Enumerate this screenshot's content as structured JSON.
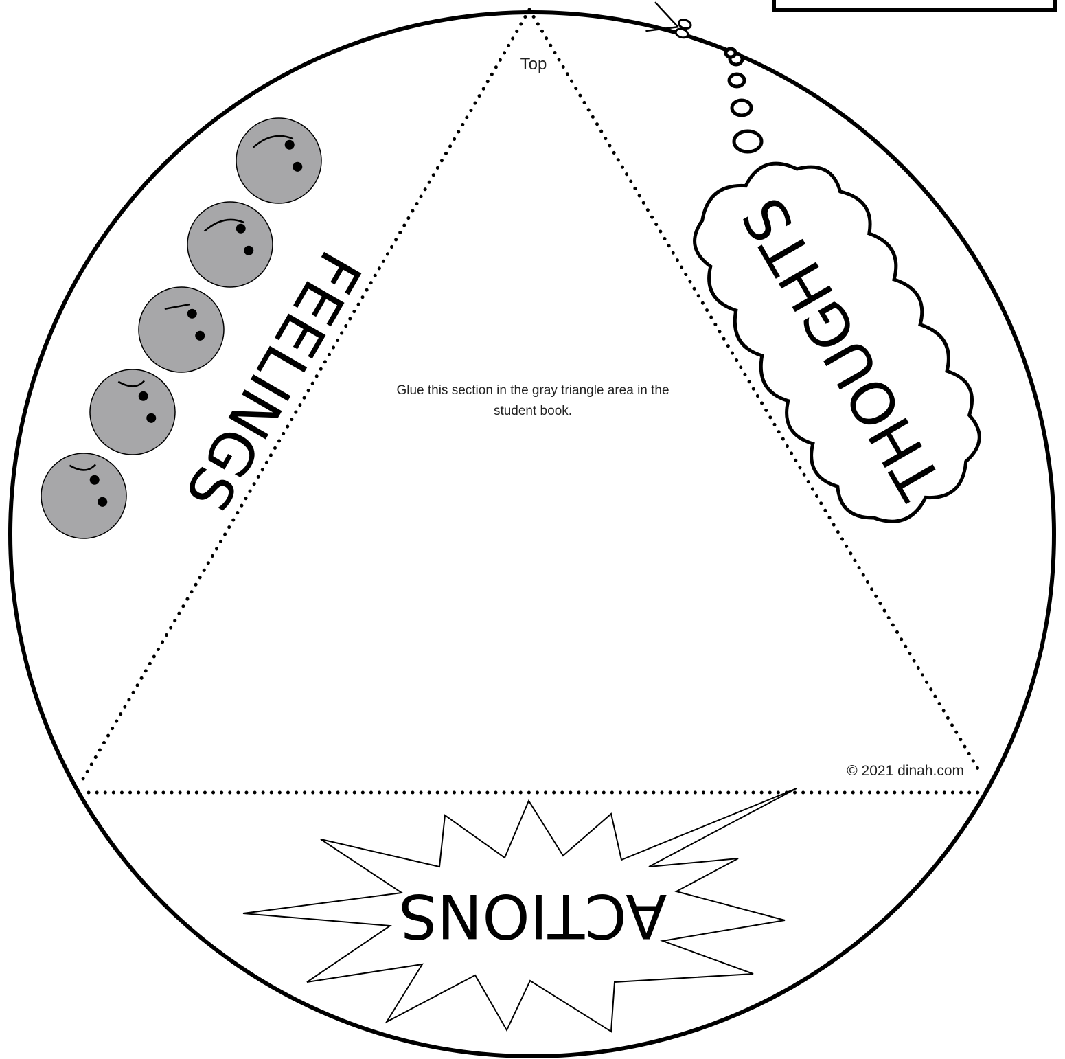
{
  "labels": {
    "top": "Top",
    "feelings": "FEELINGS",
    "thoughts": "THOUGHTS",
    "actions": "ACTIONS",
    "instruction_line1": "Glue this section in the gray triangle area in the",
    "instruction_line2": "student book.",
    "copyright": "© 2021 dinah.com"
  },
  "colors": {
    "outline": "#000000",
    "face_fill": "#a7a7a9",
    "background": "#ffffff"
  },
  "icons": {
    "cut_marker": "scissors-icon",
    "faces": "sad-face-icon",
    "thought": "thought-cloud-icon",
    "actions": "burst-star-icon"
  },
  "faces_count": 5
}
